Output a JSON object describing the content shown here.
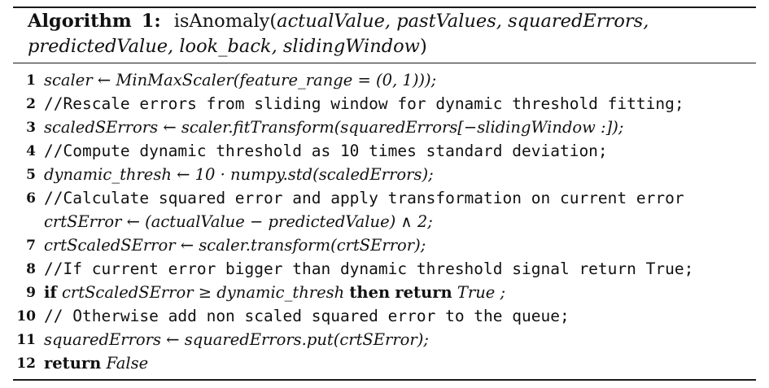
{
  "algorithm": {
    "label": "Algorithm",
    "number": "1:",
    "function_name": "isAnomaly(",
    "params_line1": "actualValue,  pastValues,  squaredErrors,",
    "params_line2": "predictedValue, look_back, slidingWindow",
    "close_paren": ")"
  },
  "lines": [
    {
      "num": "1",
      "text": "scaler ← MinMaxScaler(feature_range = (0, 1)));"
    },
    {
      "num": "2",
      "text": "//Rescale errors from sliding window for dynamic threshold fitting;"
    },
    {
      "num": "3",
      "text": "scaledSErrors ← scaler.fitTransform(squaredErrors[−slidingWindow :]);"
    },
    {
      "num": "4",
      "text": "//Compute dynamic threshold as 10 times standard deviation;"
    },
    {
      "num": "5",
      "text": "dynamic_thresh ← 10 · numpy.std(scaledErrors);"
    },
    {
      "num": "6",
      "text": "//Calculate squared error and apply transformation on current error"
    },
    {
      "num": "",
      "text": "crtSError ← (actualValue − predictedValue) ∧ 2;"
    },
    {
      "num": "7",
      "text": "crtScaledSError ← scaler.transform(crtSError);"
    },
    {
      "num": "8",
      "text": "//If current error bigger than dynamic threshold signal return True;"
    },
    {
      "num": "9",
      "text": "if crtScaledSError ≥ dynamic_thresh then  return True ;"
    },
    {
      "num": "10",
      "text": "// Otherwise add non scaled squared error to the queue;"
    },
    {
      "num": "11",
      "text": "squaredErrors ← squaredErrors.put(crtSError);"
    },
    {
      "num": "12",
      "text": "return False"
    }
  ]
}
